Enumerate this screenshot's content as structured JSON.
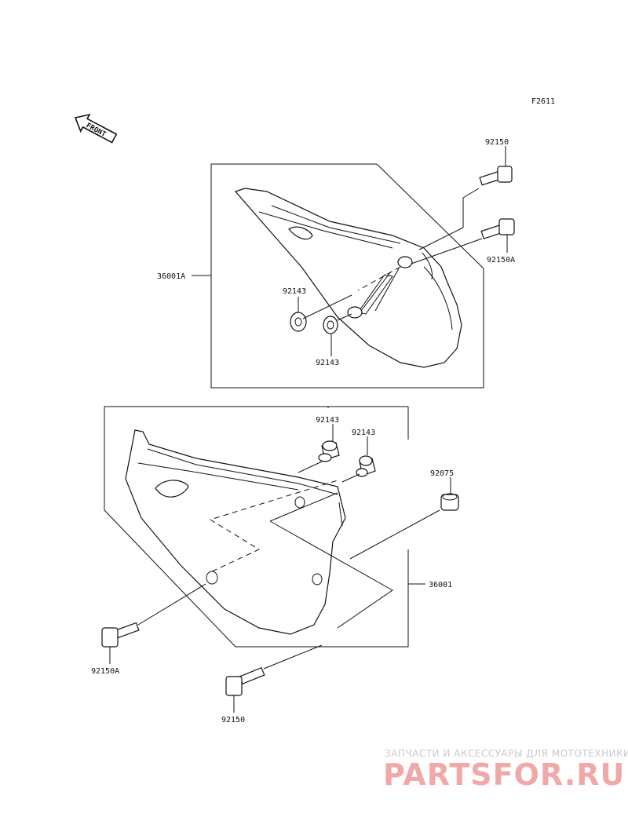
{
  "figure_code": "F2611",
  "front_arrow": {
    "label": "FRONT",
    "icon": "front-arrow-icon"
  },
  "upper_group": {
    "cover_label": "36001A",
    "bolt_a_label": "92150",
    "bolt_b_label": "92150A",
    "grommet_1_label": "92143",
    "grommet_2_label": "92143"
  },
  "lower_group": {
    "cover_label": "36001",
    "grommet_1_label": "92143",
    "grommet_2_label": "92143",
    "damper_label": "92075",
    "bolt_a_label": "92150A",
    "bolt_b_label": "92150"
  },
  "watermark": {
    "tagline": "ЗАПЧАСТИ И АКСЕССУАРЫ ДЛЯ МОТОТЕХНИКИ",
    "brand": "PARTSFOR.RU"
  }
}
